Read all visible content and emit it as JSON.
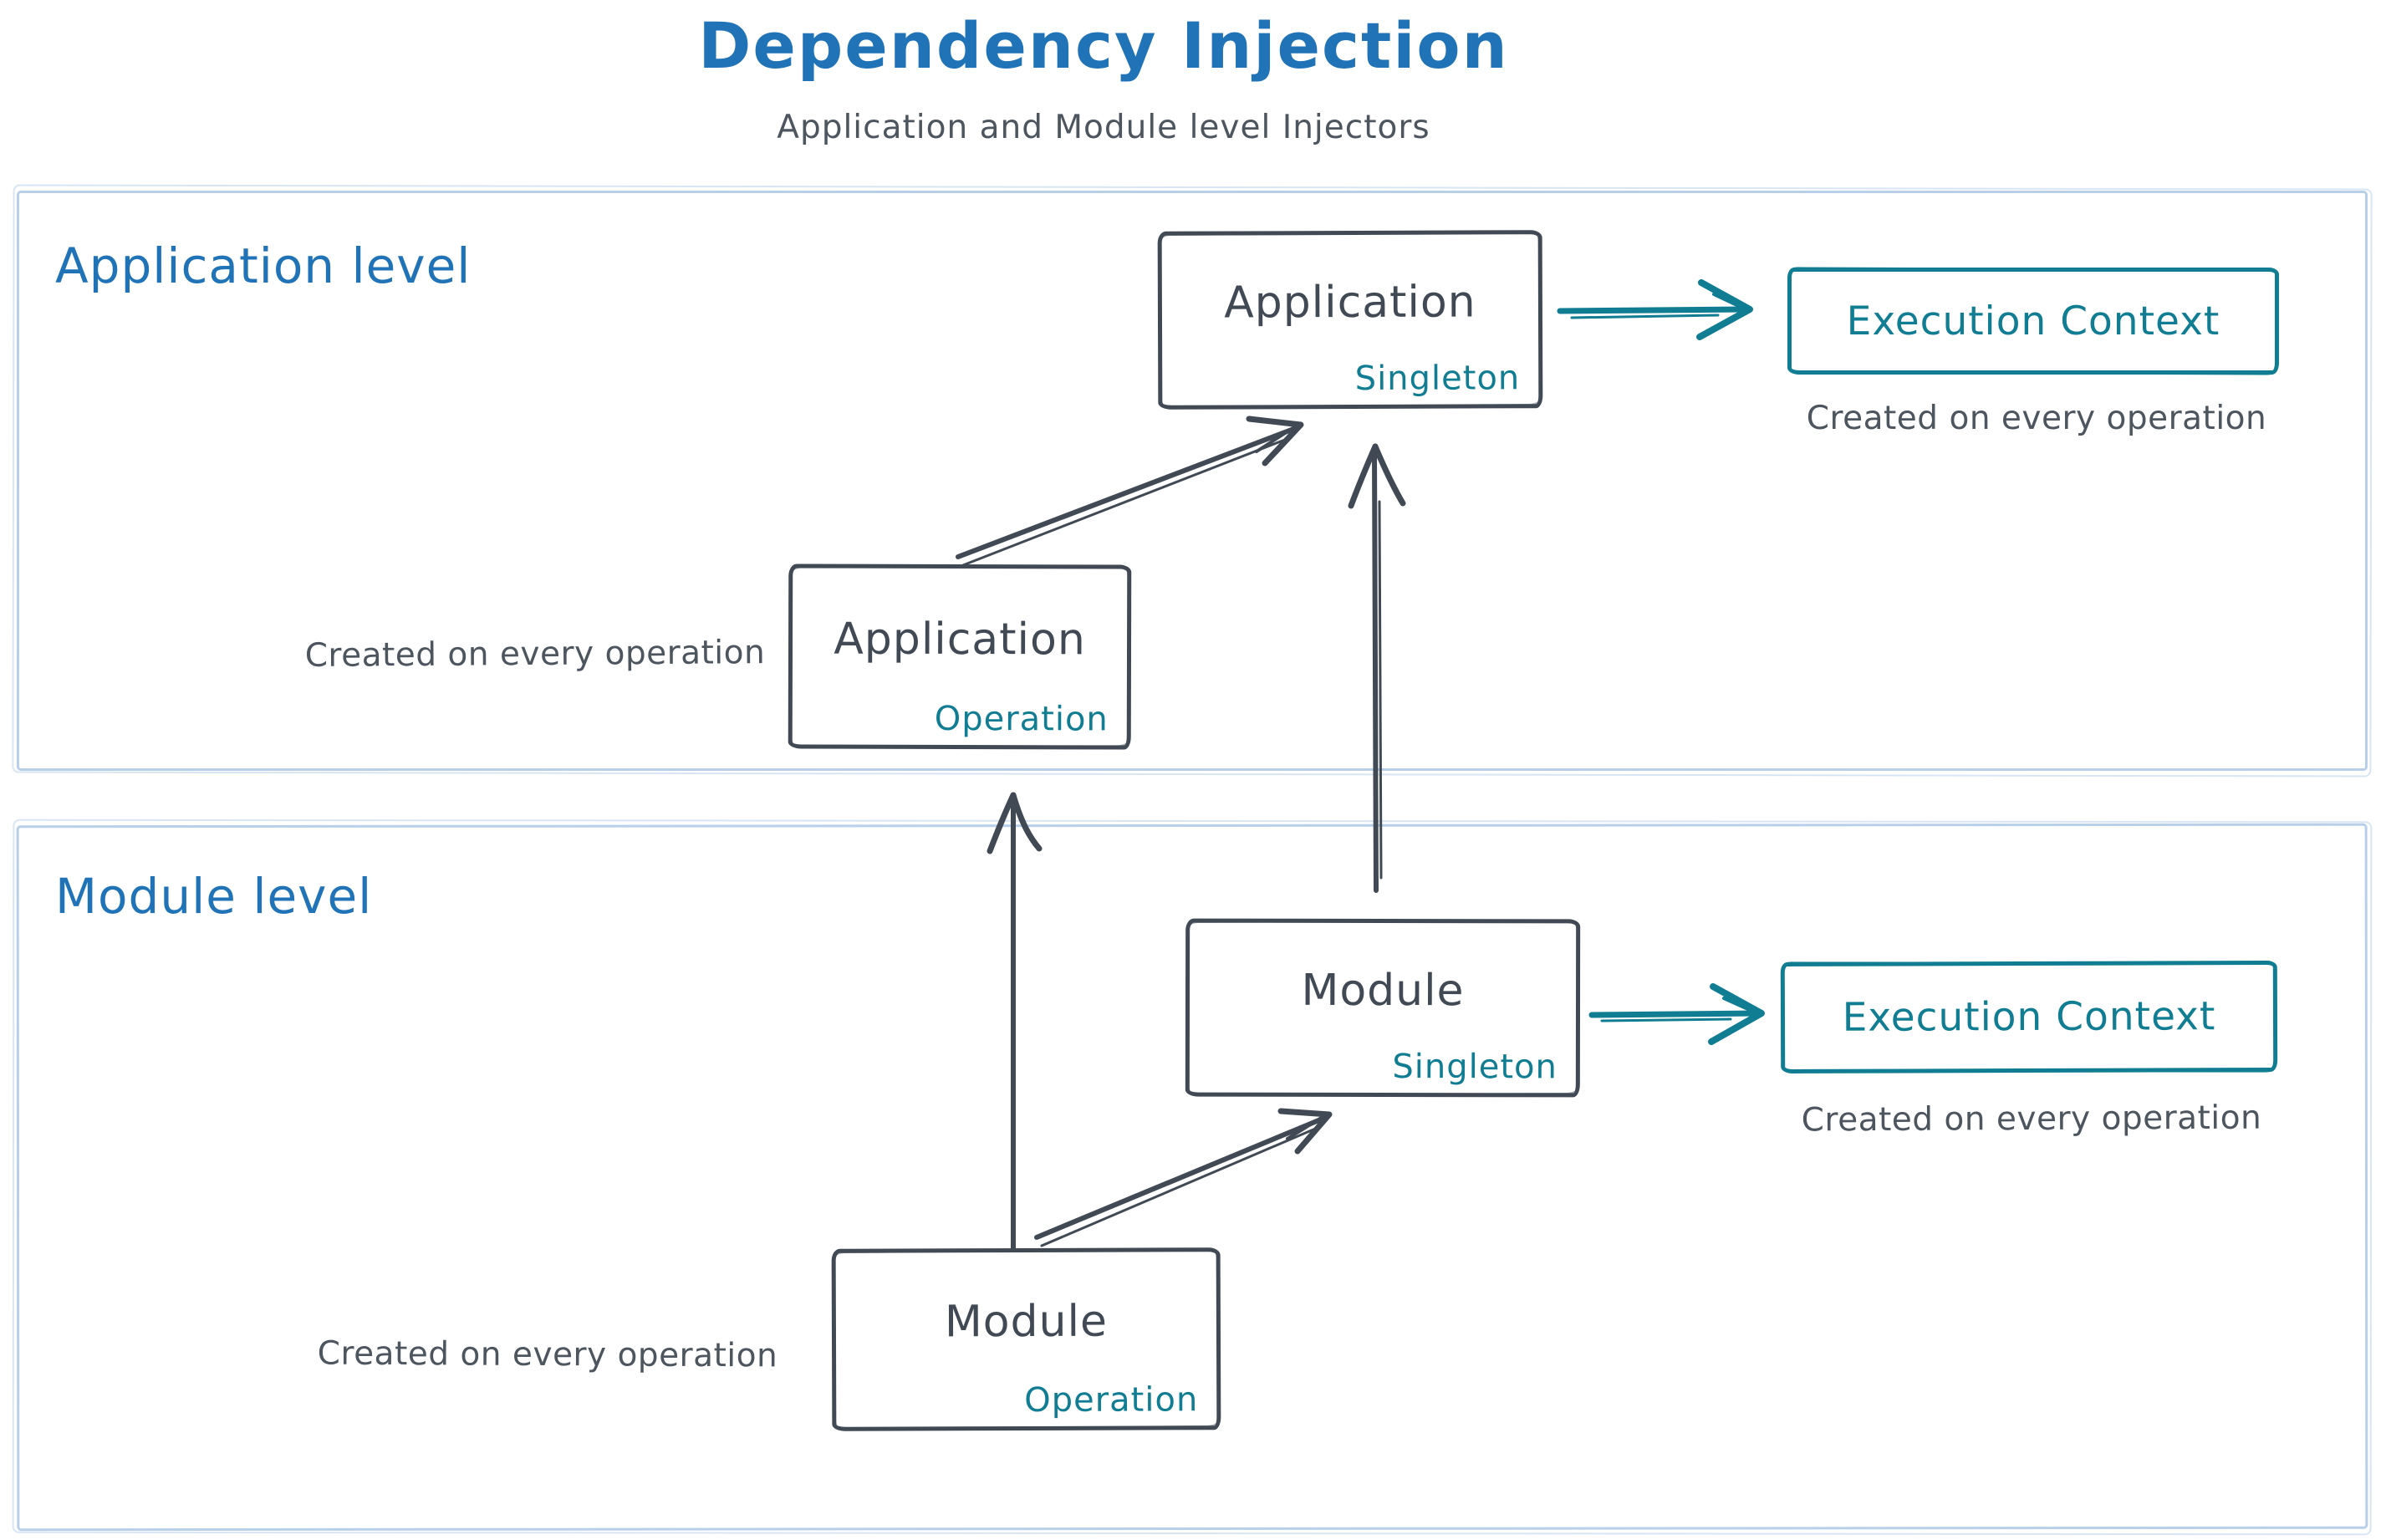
{
  "title": "Dependency Injection",
  "subtitle": "Application and Module level Injectors",
  "colors": {
    "title_blue": "#2173b8",
    "teal": "#107d92",
    "dark": "#414a54",
    "gray_text": "#4d555e",
    "section_border": "#b8cfea",
    "background": "#ffffff"
  },
  "sections": {
    "application": {
      "label": "Application level"
    },
    "module": {
      "label": "Module level"
    }
  },
  "nodes": {
    "app_singleton": {
      "title": "Application",
      "subtitle": "Singleton"
    },
    "app_operation": {
      "title": "Application",
      "subtitle": "Operation"
    },
    "module_singleton": {
      "title": "Module",
      "subtitle": "Singleton"
    },
    "module_operation": {
      "title": "Module",
      "subtitle": "Operation"
    },
    "exec_context_app": {
      "label": "Execution Context",
      "caption": "Created on every operation"
    },
    "exec_context_module": {
      "label": "Execution Context",
      "caption": "Created on every operation"
    }
  },
  "captions": {
    "app_operation": "Created on every operation",
    "module_operation": "Created on every operation"
  }
}
